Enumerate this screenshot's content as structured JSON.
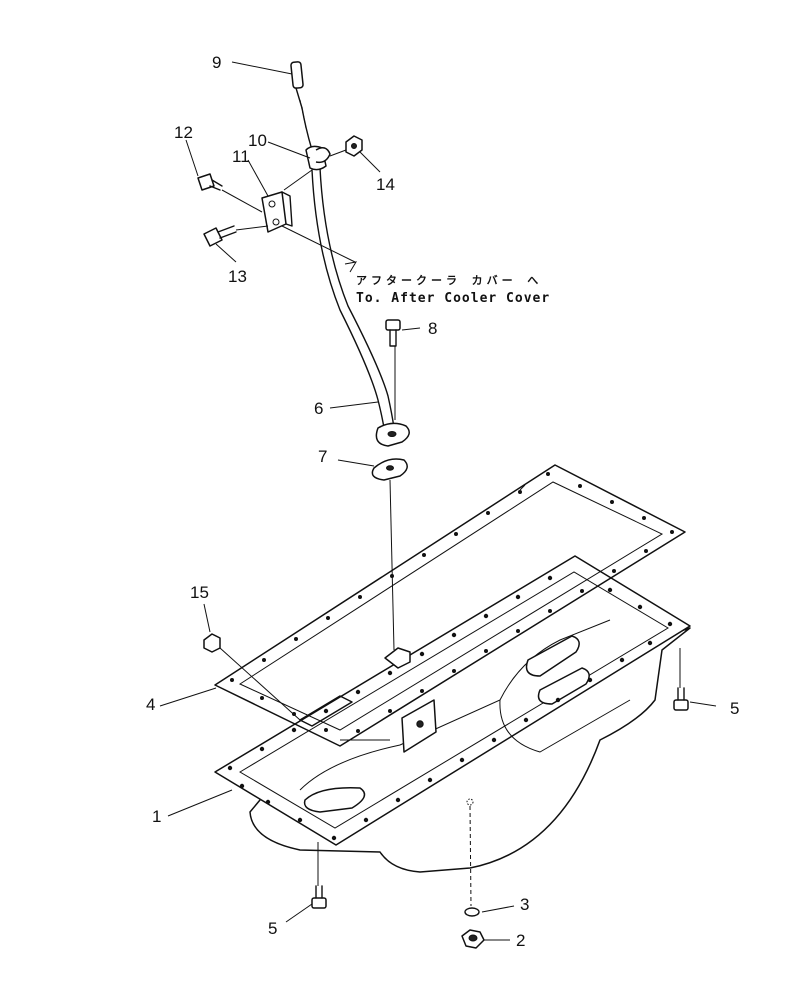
{
  "callouts": {
    "c1": "1",
    "c2": "2",
    "c3": "3",
    "c4": "4",
    "c5a": "5",
    "c5b": "5",
    "c6": "6",
    "c7": "7",
    "c8": "8",
    "c9": "9",
    "c10": "10",
    "c11": "11",
    "c12": "12",
    "c13": "13",
    "c14": "14",
    "c15": "15"
  },
  "note": {
    "japanese": "アフタークーラ カバー へ",
    "english": "To. After Cooler Cover"
  }
}
